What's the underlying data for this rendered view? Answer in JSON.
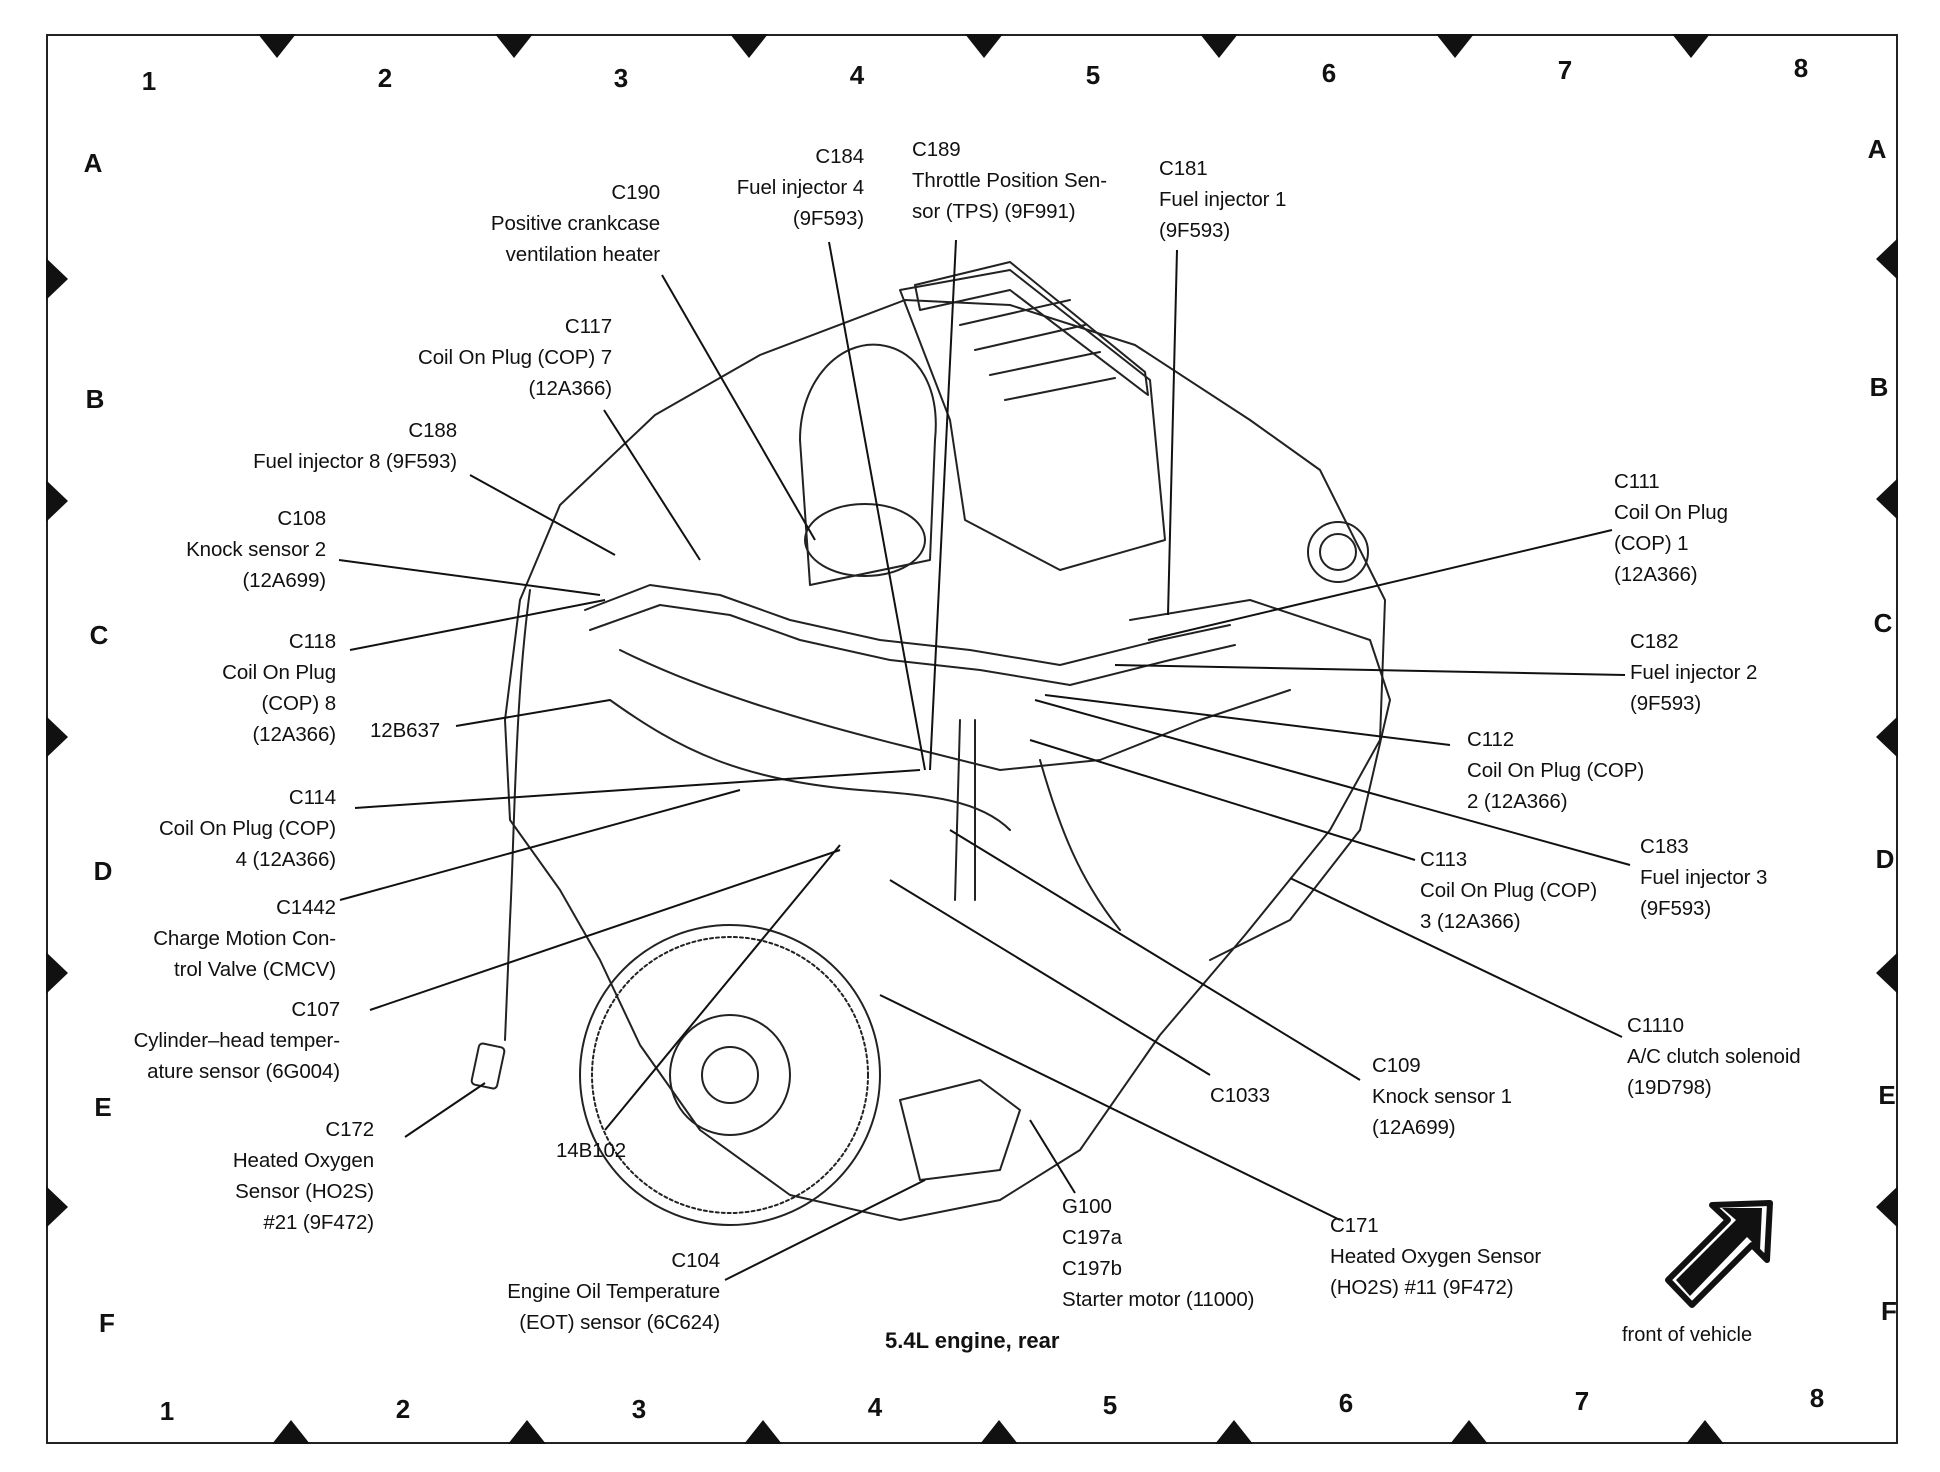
{
  "grid": {
    "columns": [
      "1",
      "2",
      "3",
      "4",
      "5",
      "6",
      "7",
      "8"
    ],
    "rows": [
      "A",
      "B",
      "C",
      "D",
      "E",
      "F"
    ]
  },
  "callouts": {
    "c190": "C190\nPositive crankcase\nventilation heater",
    "c184": "C184\nFuel injector 4\n(9F593)",
    "c189": "C189\nThrottle Position Sen-\nsor (TPS) (9F991)",
    "c181": "C181\nFuel injector 1\n(9F593)",
    "c117": "C117\nCoil On Plug (COP) 7\n(12A366)",
    "c188": "C188\nFuel injector 8 (9F593)",
    "c108": "C108\nKnock sensor 2\n(12A699)",
    "c118": "C118\nCoil On Plug\n(COP) 8\n(12A366)",
    "b12b637": "12B637",
    "c114": "C114\nCoil On Plug (COP)\n4 (12A366)",
    "c1442": "C1442\nCharge Motion Con-\ntrol Valve (CMCV)",
    "c107": "C107\nCylinder–head temper-\nature sensor (6G004)",
    "c172": "C172\nHeated Oxygen\nSensor (HO2S)\n#21 (9F472)",
    "b14b102": "14B102",
    "c104": "C104\nEngine Oil Temperature\n(EOT) sensor (6C624)",
    "g100": "G100\nC197a\nC197b\nStarter motor (11000)",
    "c171": "C171\nHeated Oxygen Sensor\n(HO2S) #11 (9F472)",
    "c1033": "C1033",
    "c109": "C109\nKnock sensor 1\n(12A699)",
    "c1110": "C1110\nA/C clutch solenoid\n(19D798)",
    "c113": "C113\nCoil On Plug (COP)\n3 (12A366)",
    "c183": "C183\nFuel injector 3\n(9F593)",
    "c112": "C112\nCoil On Plug (COP)\n2 (12A366)",
    "c182": "C182\nFuel injector 2\n(9F593)",
    "c111": "C111\nCoil On Plug\n(COP) 1\n(12A366)"
  },
  "caption": "5.4L engine, rear",
  "front_label": "front of vehicle",
  "front_icon": "front-arrow-icon"
}
